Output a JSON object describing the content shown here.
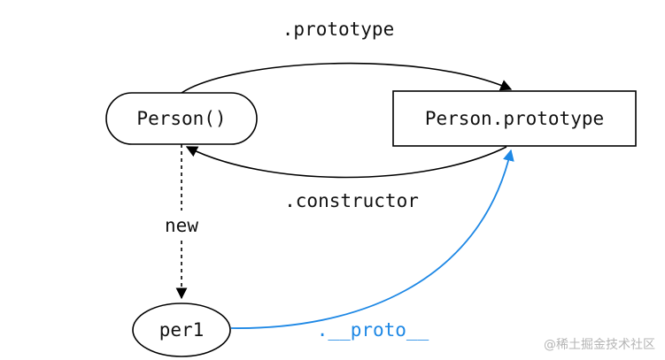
{
  "diagram": {
    "nodes": {
      "person_fn": {
        "label": "Person()"
      },
      "person_prototype": {
        "label": "Person.prototype"
      },
      "per1": {
        "label": "per1"
      }
    },
    "edges": {
      "prototype": {
        "label": ".prototype"
      },
      "constructor": {
        "label": ".constructor"
      },
      "new": {
        "label": "new"
      },
      "proto": {
        "label": ".__proto__"
      }
    }
  },
  "colors": {
    "stroke": "#000000",
    "proto_link": "#1e88e5",
    "watermark": "#b5b5b5"
  },
  "watermark": "@稀土掘金技术社区"
}
